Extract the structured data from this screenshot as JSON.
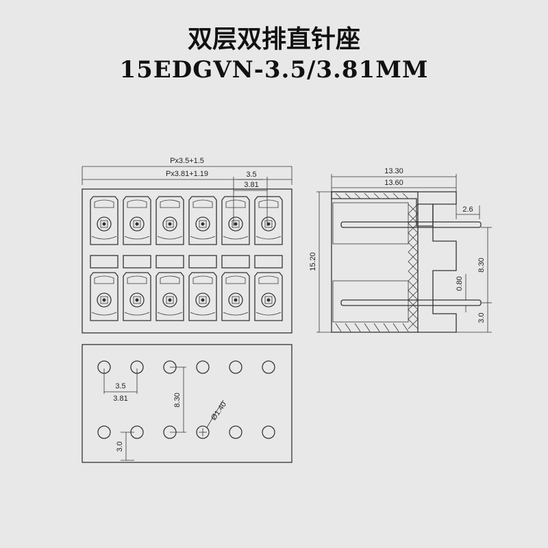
{
  "title": {
    "cn": "双层双排直针座",
    "en": "15EDGVN-3.5/3.81MM"
  },
  "front_view": {
    "total_width_a": "Px3.5+1.5",
    "total_width_b": "Px3.81+1.19",
    "pitch_a": "3.5",
    "pitch_b": "3.81"
  },
  "side_view": {
    "width_a": "13.30",
    "width_b": "13.60",
    "pin_ext": "2.6",
    "height": "15.20",
    "row_spacing": "8.30",
    "pin_size": "0.80",
    "bottom": "3.0"
  },
  "pcb_view": {
    "pitch_a": "3.5",
    "pitch_b": "3.81",
    "row_spacing": "8.30",
    "hole_dia": "Ø1.40",
    "offset": "3.0"
  }
}
